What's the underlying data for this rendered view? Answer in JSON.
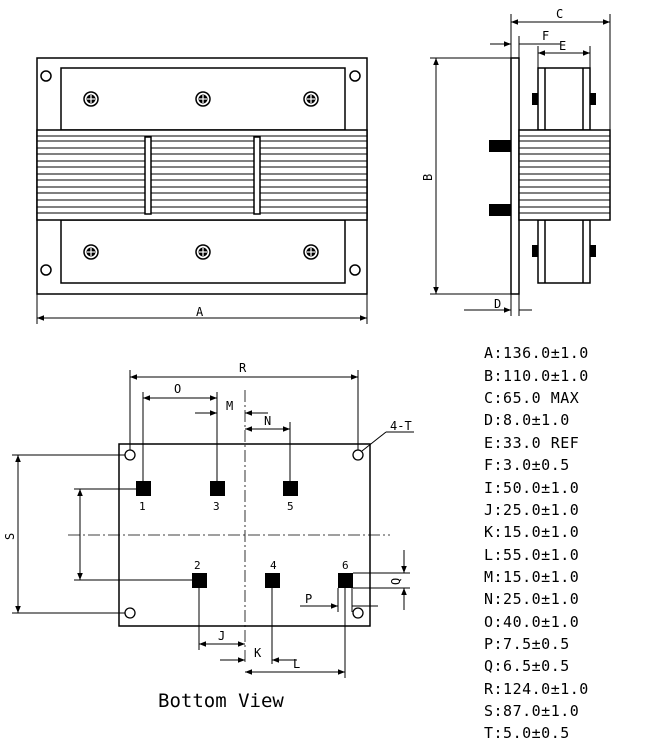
{
  "dimension_labels": {
    "A": "A",
    "B": "B",
    "C": "C",
    "D": "D",
    "E": "E",
    "F": "F",
    "J": "J",
    "K": "K",
    "L": "L",
    "M": "M",
    "N": "N",
    "O": "O",
    "P": "P",
    "Q": "Q",
    "R": "R",
    "S": "S",
    "T": "4-T"
  },
  "pins": [
    "1",
    "2",
    "3",
    "4",
    "5",
    "6"
  ],
  "bottom_view_title": "Bottom View",
  "specs": [
    "A:136.0±1.0",
    "B:110.0±1.0",
    "C:65.0 MAX",
    "D:8.0±1.0",
    "E:33.0 REF",
    "F:3.0±0.5",
    "I:50.0±1.0",
    "J:25.0±1.0",
    "K:15.0±1.0",
    "L:55.0±1.0",
    "M:15.0±1.0",
    "N:25.0±1.0",
    "O:40.0±1.0",
    "P:7.5±0.5",
    "Q:6.5±0.5",
    "R:124.0±1.0",
    "S:87.0±1.0",
    "T:5.0±0.5"
  ]
}
